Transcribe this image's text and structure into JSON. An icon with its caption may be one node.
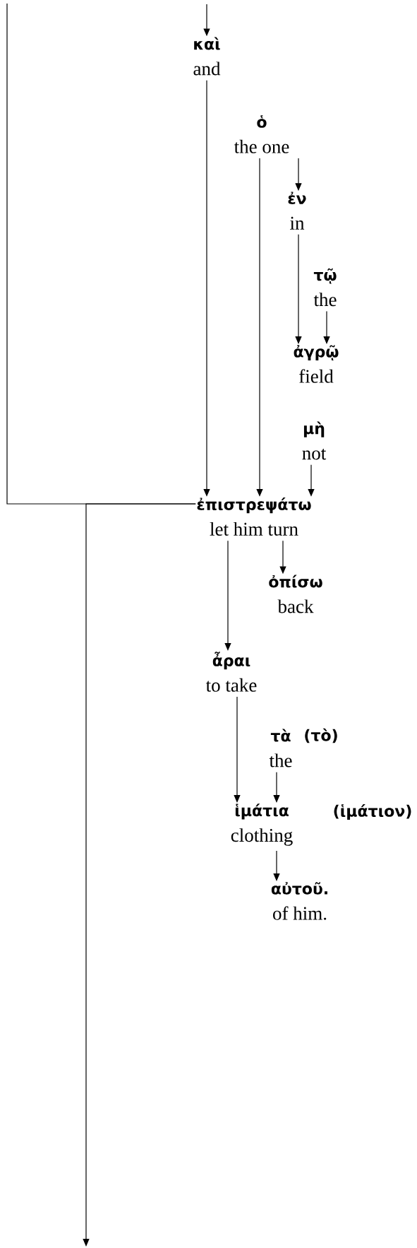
{
  "diagram": {
    "nodes": [
      {
        "text": [
          "καὶ",
          "and"
        ]
      },
      {
        "text": [
          "ὁ",
          "the one"
        ]
      },
      {
        "text": [
          "ἐν",
          "in"
        ]
      },
      {
        "text": [
          "τῷ",
          "the"
        ]
      },
      {
        "text": [
          "ἀγρῷ",
          "field"
        ]
      },
      {
        "text": [
          "μὴ",
          "not"
        ]
      },
      {
        "text": [
          "ἐπιστρεψάτω",
          "let him turn"
        ]
      },
      {
        "text": [
          "ὀπίσω",
          "back"
        ]
      },
      {
        "text": [
          "ἆραι",
          "to take"
        ]
      },
      {
        "text": [
          "τὰ",
          "the"
        ],
        "beside": [
          "(τὸ)"
        ]
      },
      {
        "text": [
          "ἱμάτια",
          "clothing"
        ],
        "beside": [
          "(ἱμάτιον)"
        ]
      },
      {
        "text": [
          "αὐτοῦ.",
          "of him."
        ]
      }
    ],
    "edges": [
      {
        "from": null,
        "to": 0,
        "arrow": "to"
      },
      {
        "from": 0,
        "to": 6,
        "arrow": "to"
      },
      {
        "from": 1,
        "to": 6,
        "arrow": "to"
      },
      {
        "from": 1,
        "to": 2,
        "arrow": "to"
      },
      {
        "from": 2,
        "to": 4,
        "arrow": "to"
      },
      {
        "from": 3,
        "to": 4,
        "arrow": "to"
      },
      {
        "from": 5,
        "to": 6,
        "arrow": "to"
      },
      {
        "from": null,
        "to": 6,
        "arrow": "none"
      },
      {
        "from": 6,
        "to": 7,
        "arrow": "to"
      },
      {
        "from": 6,
        "to": 8,
        "arrow": "to"
      },
      {
        "from": 8,
        "to": 10,
        "arrow": "to"
      },
      {
        "from": 9,
        "to": 10,
        "arrow": "to"
      },
      {
        "from": 10,
        "to": 11,
        "arrow": "to"
      },
      {
        "from": 6,
        "to": null,
        "arrow": "to"
      }
    ]
  }
}
